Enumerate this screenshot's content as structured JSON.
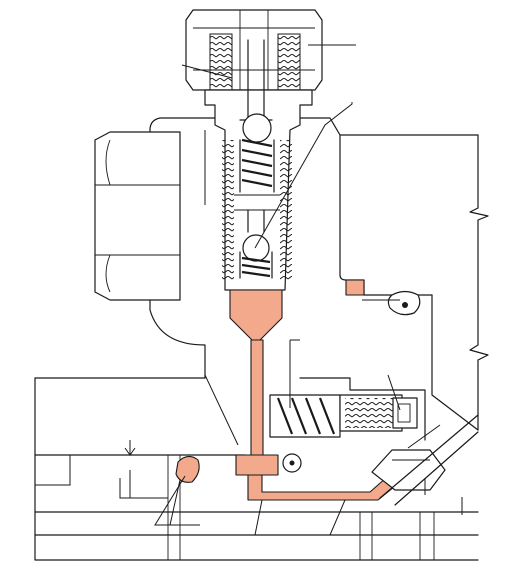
{
  "diagram": {
    "kind": "valve cross-section (unlabeled leader lines)",
    "colors": {
      "line": "#1a1a1a",
      "background": "#ffffff",
      "highlight": "#f2a98c"
    },
    "parts": [
      "hex-cap-nut",
      "threaded-fitting",
      "upper-check-ball",
      "upper-spring",
      "lower-check-ball",
      "lower-spring",
      "hex-body",
      "right-block",
      "plunger",
      "oil-passage",
      "piston-spring",
      "adjusting-screw",
      "upper-o-ring",
      "left-o-ring",
      "right-o-ring",
      "wedge-block",
      "base-plate"
    ],
    "labels": []
  }
}
